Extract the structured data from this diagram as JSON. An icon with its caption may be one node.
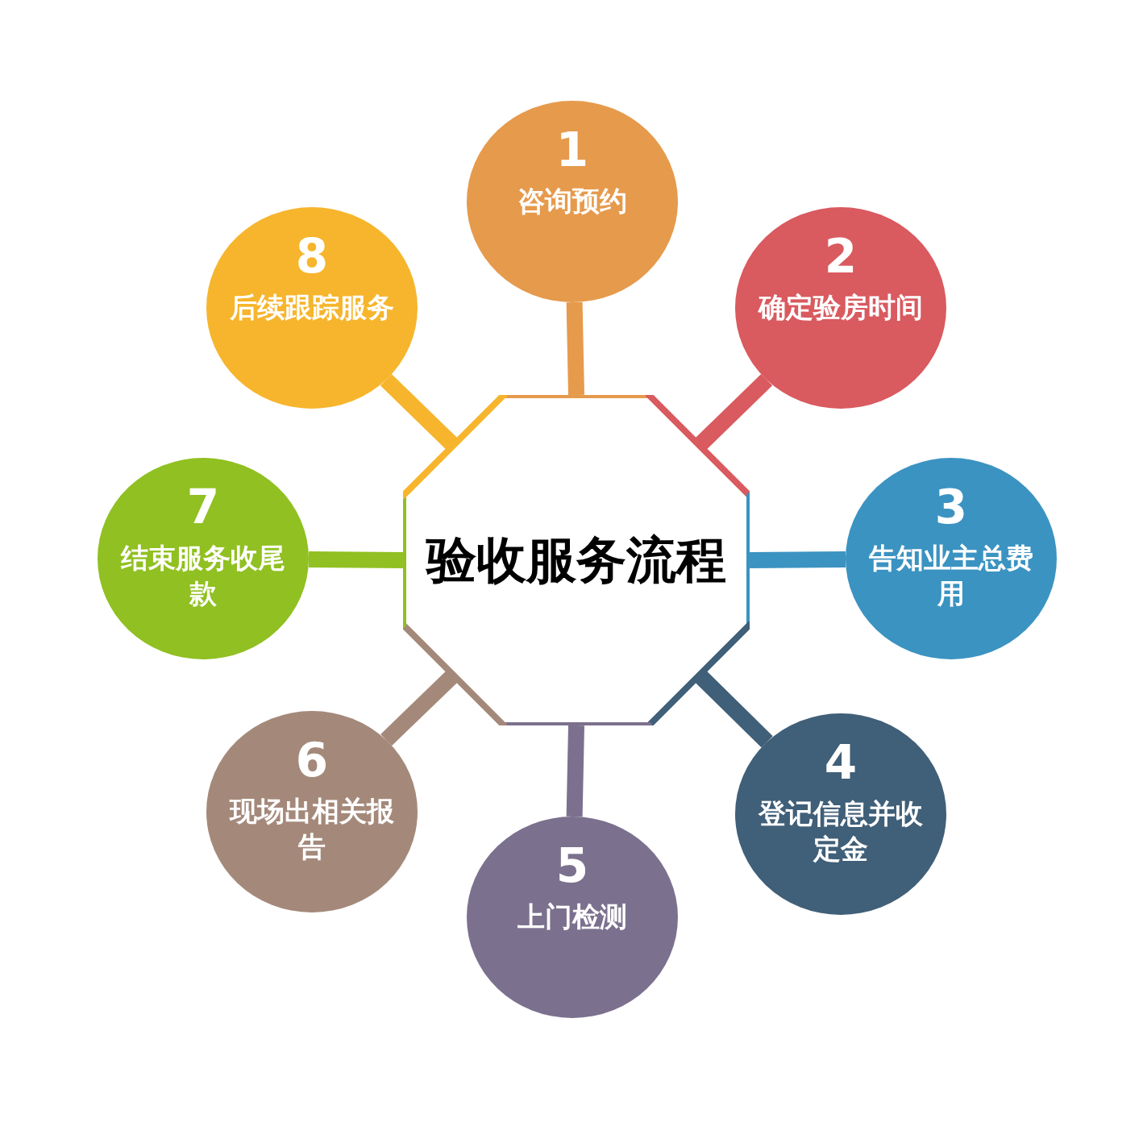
{
  "diagram": {
    "nodes": [
      {
        "text": [
          "验收服务流程"
        ]
      },
      {
        "text": [
          "1",
          "咨询预约"
        ]
      },
      {
        "text": [
          "2",
          "确定验房时间"
        ]
      },
      {
        "text": [
          "3",
          "告知业主总费用"
        ]
      },
      {
        "text": [
          "4",
          "登记信息并收定金"
        ]
      },
      {
        "text": [
          "5",
          "上门检测"
        ]
      },
      {
        "text": [
          "6",
          "现场出相关报告"
        ]
      },
      {
        "text": [
          "7",
          "结束服务收尾款"
        ]
      },
      {
        "text": [
          "8",
          "后续跟踪服务"
        ]
      }
    ],
    "edges": [
      {
        "from": 0,
        "to": 1,
        "arrow": "none",
        "color": "#e69a4c"
      },
      {
        "from": 0,
        "to": 2,
        "arrow": "none",
        "color": "#d95a5f"
      },
      {
        "from": 0,
        "to": 3,
        "arrow": "none",
        "color": "#3b93c1"
      },
      {
        "from": 0,
        "to": 4,
        "arrow": "none",
        "color": "#405f78"
      },
      {
        "from": 0,
        "to": 5,
        "arrow": "none",
        "color": "#7b718e"
      },
      {
        "from": 0,
        "to": 6,
        "arrow": "none",
        "color": "#a4897a"
      },
      {
        "from": 0,
        "to": 7,
        "arrow": "none",
        "color": "#90c021"
      },
      {
        "from": 0,
        "to": 8,
        "arrow": "none",
        "color": "#f6b52c"
      }
    ]
  }
}
